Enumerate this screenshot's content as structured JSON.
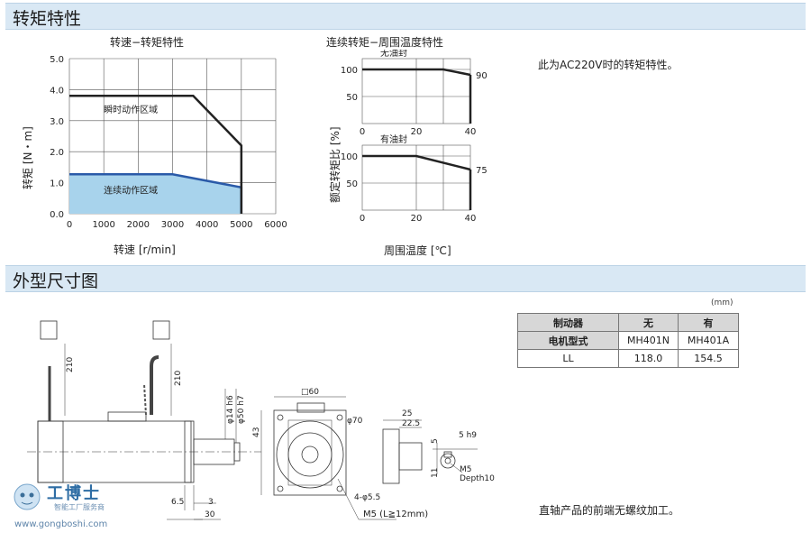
{
  "sections": {
    "torque_title": "转矩特性",
    "dims_title": "外型尺寸图"
  },
  "chart_data": [
    {
      "type": "area",
      "title": "转速−转矩特性",
      "xlabel": "转速 [r/min]",
      "ylabel": "转矩 [N・m]",
      "xlim": [
        0,
        6000
      ],
      "ylim": [
        0,
        5.0
      ],
      "x_ticks": [
        "0",
        "1000",
        "2000",
        "3000",
        "4000",
        "5000",
        "6000"
      ],
      "y_ticks": [
        "0.0",
        "1.0",
        "2.0",
        "3.0",
        "4.0",
        "5.0"
      ],
      "grid": true,
      "series": [
        {
          "name": "瞬时动作区域",
          "x": [
            0,
            3600,
            5000,
            5000
          ],
          "y": [
            3.8,
            3.8,
            2.2,
            0.0
          ]
        },
        {
          "name": "连续动作区域",
          "x": [
            0,
            3000,
            5000,
            5000
          ],
          "y": [
            1.27,
            1.27,
            0.85,
            0.0
          ]
        }
      ]
    },
    {
      "type": "line",
      "title": "连续转矩−周围温度特性",
      "xlabel": "周围温度 [℃]",
      "ylabel": "额定转矩比 [%]",
      "xlim": [
        0,
        40
      ],
      "x_ticks": [
        "0",
        "20",
        "40"
      ],
      "y_ticks": [
        "50",
        "100"
      ],
      "grid": true,
      "panels": [
        {
          "label": "无油封",
          "x": [
            0,
            30,
            40
          ],
          "y": [
            100,
            100,
            90
          ],
          "end_label": "90"
        },
        {
          "label": "有油封",
          "x": [
            0,
            20,
            40
          ],
          "y": [
            100,
            100,
            75
          ],
          "end_label": "75"
        }
      ]
    }
  ],
  "notes": {
    "ac_note": "此为AC220V时的转矩特性。",
    "shaft_note": "直轴产品的前端无螺纹加工。"
  },
  "dims": {
    "cable_len_1": "210",
    "cable_len_2": "210",
    "d14": "φ14 h6",
    "d50": "φ50 h7",
    "h43": "43",
    "sq60": "□60",
    "d70": "φ70",
    "hole": "4-φ5.5",
    "m5": "M5 (L≧12mm)",
    "l25": "25",
    "l22_5": "22.5",
    "l6_5": "6.5",
    "l3": "3",
    "l30": "30",
    "l5": "5",
    "l5h9": "5 h9",
    "l11": "11",
    "m5_tap": "M5",
    "depth": "Depth10"
  },
  "spec_table": {
    "unit": "(mm)",
    "header": [
      "制动器",
      "无",
      "有"
    ],
    "rows": [
      [
        "电机型式",
        "MH401N",
        "MH401A"
      ],
      [
        "LL",
        "118.0",
        "154.5"
      ]
    ]
  },
  "watermark": {
    "brand": "工博士",
    "tag": "智能工厂服务商",
    "url": "www.gongboshi.com"
  }
}
